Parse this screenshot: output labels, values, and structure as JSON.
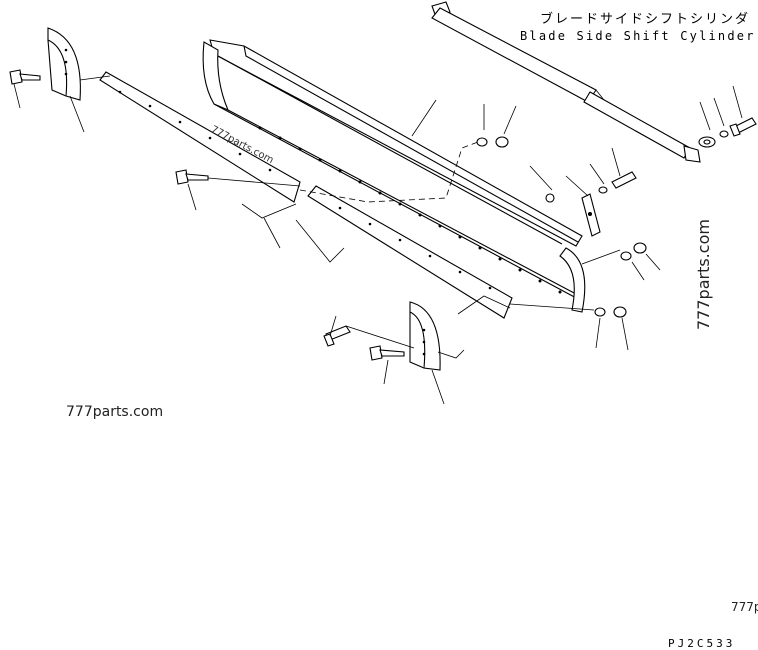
{
  "labels": {
    "cylinder_jp": "ブレードサイドシフトシリンダ",
    "cylinder_en": "Blade Side Shift Cylinder"
  },
  "watermarks": {
    "main": "777parts.com",
    "small": "777parts.com",
    "rotated": "777parts.com",
    "cut": "777p"
  },
  "drawing_code": "PJ2C533"
}
